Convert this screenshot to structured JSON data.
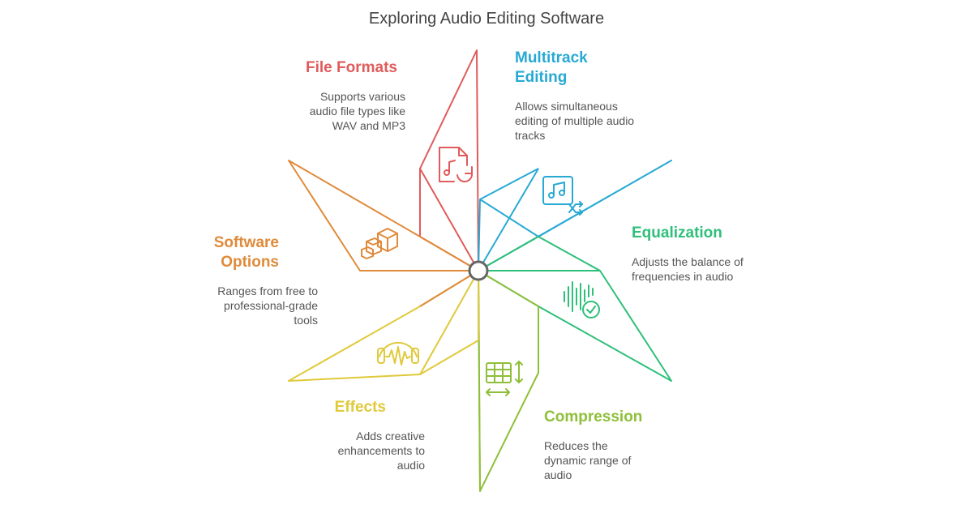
{
  "title": "Exploring Audio Editing Software",
  "colors": {
    "file_formats": "#e05b5b",
    "multitrack": "#27a9d4",
    "equalization": "#2ebf7a",
    "compression": "#8fbf3a",
    "effects": "#e0c93a",
    "software": "#e08a3a",
    "center_stroke": "#666666"
  },
  "segments": [
    {
      "key": "file_formats",
      "heading": "File Formats",
      "description": "Supports various audio file types like WAV and MP3",
      "icon": "audio-file-sync-icon"
    },
    {
      "key": "multitrack",
      "heading": "Multitrack Editing",
      "description": "Allows simultaneous editing of multiple audio tracks",
      "icon": "music-shuffle-icon"
    },
    {
      "key": "equalization",
      "heading": "Equalization",
      "description": "Adjusts the balance of frequencies in audio",
      "icon": "waveform-check-icon"
    },
    {
      "key": "compression",
      "heading": "Compression",
      "description": "Reduces the dynamic range of audio",
      "icon": "grid-resize-icon"
    },
    {
      "key": "effects",
      "heading": "Effects",
      "description": "Adds creative enhancements to audio",
      "icon": "headphones-wave-icon"
    },
    {
      "key": "software",
      "heading": "Software Options",
      "description": "Ranges from free to professional-grade tools",
      "icon": "boxes-icon"
    }
  ]
}
